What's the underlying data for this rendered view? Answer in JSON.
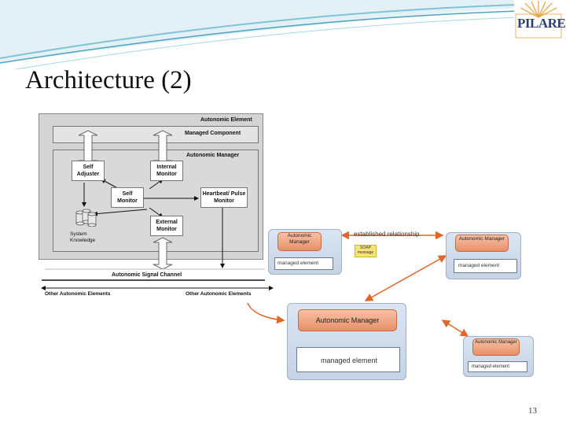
{
  "slide": {
    "title": "Architecture (2)",
    "page_number": "13",
    "logo_text": "PILARE"
  },
  "diagram1": {
    "autonomic_element": "Autonomic Element",
    "managed_component": "Managed Component",
    "autonomic_manager": "Autonomic Manager",
    "self_adjuster": "Self Adjuster",
    "internal_monitor": "Internal Monitor",
    "self_monitor": "Self Monitor",
    "heartbeat_monitor": "Heartbeat/ Pulse Monitor",
    "external_monitor": "External Monitor",
    "system_knowledge": "System Knowledge",
    "signal_channel": "Autonomic Signal Channel",
    "other_left": "Other Autonomic Elements",
    "other_right": "Other Autonomic Elements"
  },
  "diagram2": {
    "established_relationship": "established relationship",
    "snmp_message": "SOAP message",
    "top_left_manager": "Autonomic Manager",
    "top_left_element": "managed element",
    "top_right_manager": "Autonomic Manager",
    "top_right_element": "managed element",
    "center_manager": "Autonomic Manager",
    "center_element": "managed element",
    "bottom_right_manager": "Autonomic Manager",
    "bottom_right_element": "managed element"
  }
}
